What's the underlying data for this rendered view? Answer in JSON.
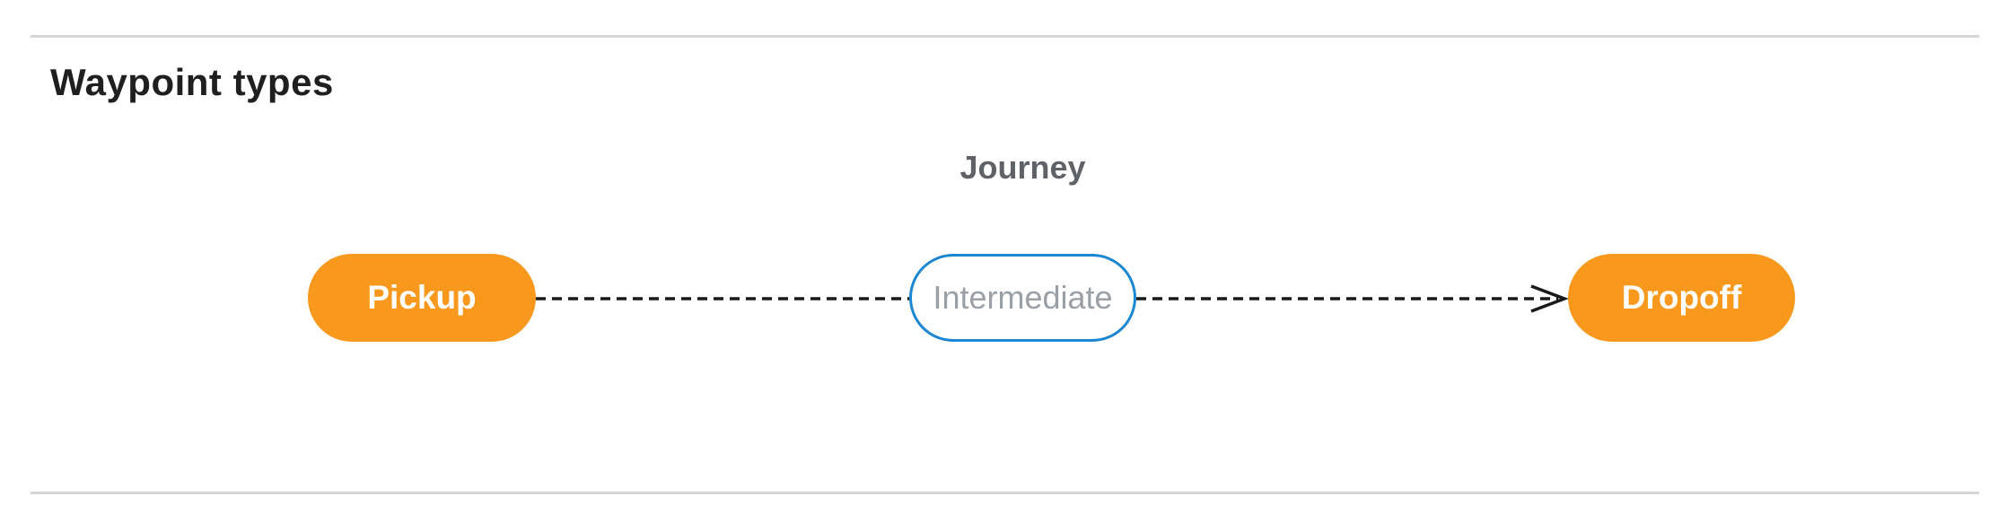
{
  "section": {
    "title": "Waypoint types"
  },
  "diagram": {
    "title": "Journey",
    "nodes": [
      {
        "id": "pickup",
        "label": "Pickup",
        "style": "filled"
      },
      {
        "id": "intermediate",
        "label": "Intermediate",
        "style": "outlined"
      },
      {
        "id": "dropoff",
        "label": "Dropoff",
        "style": "filled"
      }
    ],
    "edges": [
      {
        "from": "pickup",
        "to": "intermediate",
        "style": "dashed",
        "arrow": false
      },
      {
        "from": "intermediate",
        "to": "dropoff",
        "style": "dashed",
        "arrow": true
      }
    ]
  },
  "colors": {
    "title_text": "#1f1f1f",
    "journey_label": "#5f6368",
    "node_fill": "#f8991d",
    "node_text": "#ffffff",
    "outline_border": "#1b87d3",
    "outline_text": "#9aa0a6",
    "edge": "#1a1a1a",
    "section_divider": "#d6d6d6"
  }
}
